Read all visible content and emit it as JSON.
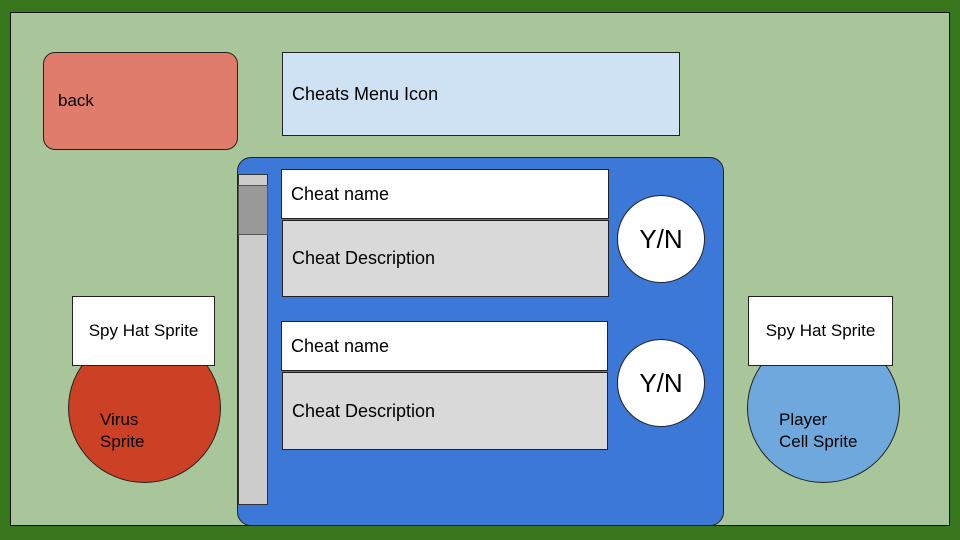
{
  "back_label": "back",
  "menu_icon_label": "Cheats Menu Icon",
  "cheats": [
    {
      "name": "Cheat name",
      "description": "Cheat Description",
      "toggle": "Y/N"
    },
    {
      "name": "Cheat name",
      "description": "Cheat Description",
      "toggle": "Y/N"
    }
  ],
  "left_sprite": {
    "hat": "Spy Hat Sprite",
    "body": "Virus\nSprite"
  },
  "right_sprite": {
    "hat": "Spy Hat Sprite",
    "body": "Player\nCell Sprite"
  },
  "colors": {
    "outer_frame": "#38761d",
    "background": "#a9c59a",
    "back_button": "#e07c6c",
    "menu_icon": "#cfe2f3",
    "cheat_panel": "#3c78d8",
    "virus": "#cc4125",
    "player": "#6fa8dc"
  }
}
